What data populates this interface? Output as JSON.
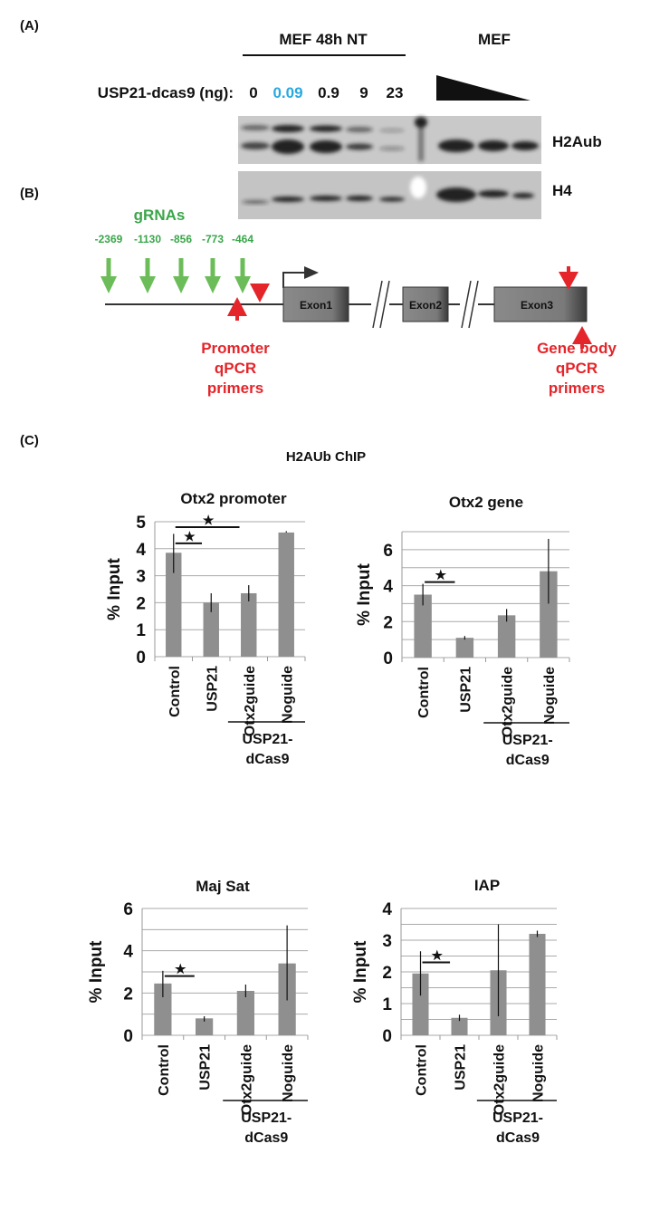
{
  "panel_a": {
    "label": "(A)",
    "group_label": "MEF 48h NT",
    "mef_label": "MEF",
    "dose_label": "USP21-dcas9 (ng):",
    "doses": [
      "0",
      "0.09",
      "0.9",
      "9",
      "23"
    ],
    "highlight_color": "#29a8e0",
    "bands": [
      "H2Aub",
      "H4"
    ]
  },
  "panel_b": {
    "label": "(B)",
    "grnas_title": "gRNAs",
    "grna_positions": [
      "-2369",
      "-1130",
      "-856",
      "-773",
      "-464"
    ],
    "exons": [
      "Exon1",
      "Exon2",
      "Exon3"
    ],
    "promoter_primers": [
      "Promoter",
      "qPCR",
      "primers"
    ],
    "gene_body_primers": [
      "Gene body",
      "qPCR",
      "primers"
    ],
    "green": "#3aa64a",
    "red": "#e4252a"
  },
  "panel_c": {
    "label": "(C)",
    "title": "H2AUb ChIP",
    "group_label": [
      "USP21-",
      "dCas9"
    ]
  },
  "chart_data": [
    {
      "type": "bar",
      "title": "Otx2 promoter",
      "ylabel": "% Input",
      "ylim": [
        0,
        5
      ],
      "yticks": [
        0,
        1,
        2,
        3,
        4,
        5
      ],
      "grid_step": 1,
      "categories": [
        "Control",
        "USP21",
        "Otx2guide",
        "Noguide"
      ],
      "values": [
        3.85,
        2.0,
        2.35,
        4.6
      ],
      "err_low": [
        3.1,
        1.65,
        2.05,
        4.6
      ],
      "err_high": [
        4.55,
        2.35,
        2.65,
        4.65
      ],
      "significance": [
        {
          "from": 0,
          "to": 1,
          "y": 4.2,
          "mark": "★"
        },
        {
          "from": 0,
          "to": 2,
          "y": 4.8,
          "mark": "★"
        }
      ]
    },
    {
      "type": "bar",
      "title": "Otx2 gene",
      "ylabel": "% Input",
      "ylim": [
        0,
        7
      ],
      "yticks": [
        0,
        2,
        4,
        6
      ],
      "grid_step": 1,
      "categories": [
        "Control",
        "USP21",
        "Otx2guide",
        "Noguide"
      ],
      "values": [
        3.5,
        1.1,
        2.35,
        4.8
      ],
      "err_low": [
        2.9,
        1.0,
        2.0,
        3.0
      ],
      "err_high": [
        4.1,
        1.2,
        2.7,
        6.6
      ],
      "significance": [
        {
          "from": 0,
          "to": 1,
          "y": 4.2,
          "mark": "★"
        }
      ]
    },
    {
      "type": "bar",
      "title": "Maj Sat",
      "ylabel": "% Input",
      "ylim": [
        0,
        6
      ],
      "yticks": [
        0,
        2,
        4,
        6
      ],
      "grid_step": 1,
      "categories": [
        "Control",
        "USP21",
        "Otx2guide",
        "Noguide"
      ],
      "values": [
        2.45,
        0.8,
        2.1,
        3.4
      ],
      "err_low": [
        1.8,
        0.65,
        1.8,
        1.65
      ],
      "err_high": [
        3.05,
        0.9,
        2.4,
        5.2
      ],
      "significance": [
        {
          "from": 0,
          "to": 1,
          "y": 2.8,
          "mark": "★"
        }
      ]
    },
    {
      "type": "bar",
      "title": "IAP",
      "ylabel": "% Input",
      "ylim": [
        0,
        4
      ],
      "yticks": [
        0,
        1,
        2,
        3,
        4
      ],
      "grid_step": 0.5,
      "categories": [
        "Control",
        "USP21",
        "Otx2guide",
        "Noguide"
      ],
      "values": [
        1.95,
        0.55,
        2.05,
        3.2
      ],
      "err_low": [
        1.25,
        0.45,
        0.6,
        3.1
      ],
      "err_high": [
        2.65,
        0.65,
        3.5,
        3.3
      ],
      "significance": [
        {
          "from": 0,
          "to": 1,
          "y": 2.3,
          "mark": "★"
        }
      ]
    }
  ]
}
